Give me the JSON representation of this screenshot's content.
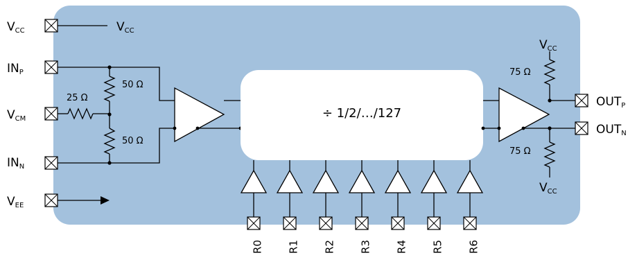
{
  "pins_left": [
    {
      "id": "vcc",
      "main": "V",
      "sub": "CC",
      "net": "V",
      "net_sub": "CC"
    },
    {
      "id": "inp",
      "main": "IN",
      "sub": "P"
    },
    {
      "id": "vcm",
      "main": "V",
      "sub": "CM"
    },
    {
      "id": "inn",
      "main": "IN",
      "sub": "N"
    },
    {
      "id": "vee",
      "main": "V",
      "sub": "EE"
    }
  ],
  "pins_right": [
    {
      "id": "outp",
      "main": "OUT",
      "sub": "P"
    },
    {
      "id": "outn",
      "main": "OUT",
      "sub": "N"
    }
  ],
  "resistors": {
    "r25": "25 Ω",
    "r50_top": "50 Ω",
    "r50_bottom": "50 Ω",
    "r75_top": "75 Ω",
    "r75_bottom": "75 Ω"
  },
  "supply_top": {
    "main": "V",
    "sub": "CC"
  },
  "supply_bottom": {
    "main": "V",
    "sub": "CC"
  },
  "divider_label": "÷ 1/2/…/127",
  "select_pins": [
    "R0",
    "R1",
    "R2",
    "R3",
    "R4",
    "R5",
    "R6"
  ],
  "colors": {
    "die": "#a3c1dd",
    "block": "#ffffff",
    "line": "#000000"
  }
}
